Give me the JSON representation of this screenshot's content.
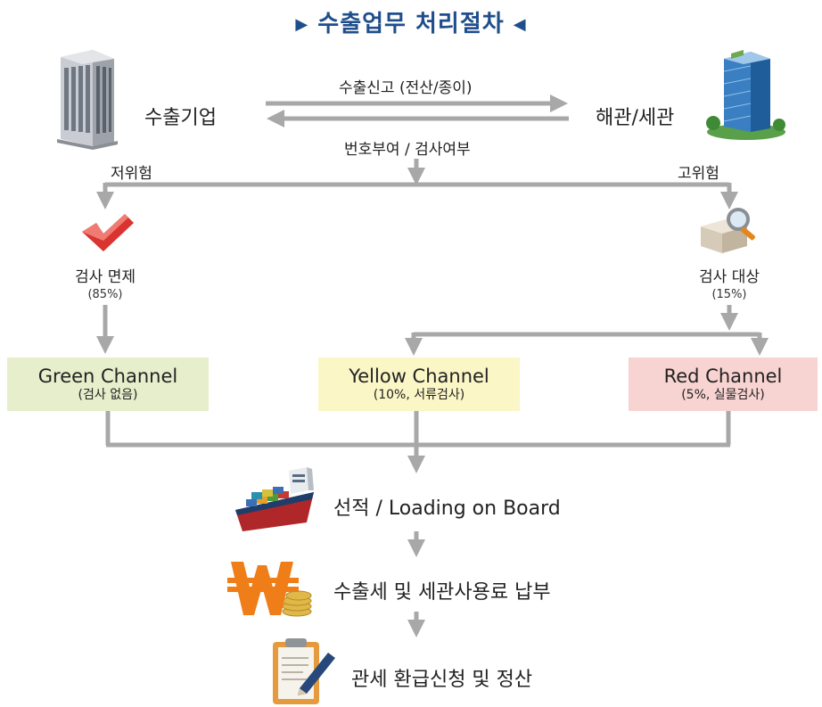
{
  "title": "수출업무 처리절차",
  "title_marks": {
    "left": "▶",
    "right": "◀"
  },
  "exporter": "수출기업",
  "customs": "해관/세관",
  "arrow_top_label": "수출신고 (전산/종이)",
  "arrow_bottom_label": "번호부여 / 검사여부",
  "low_risk": "저위험",
  "high_risk": "고위험",
  "exempt": {
    "label": "검사 면제",
    "pct": "(85%)"
  },
  "inspect": {
    "label": "검사 대상",
    "pct": "(15%)"
  },
  "channels": [
    {
      "name": "Green Channel",
      "desc": "(검사 없음)",
      "color": "#e6eecb"
    },
    {
      "name": "Yellow Channel",
      "desc": "(10%, 서류검사)",
      "color": "#fbf6c6"
    },
    {
      "name": "Red Channel",
      "desc": "(5%, 실물검사)",
      "color": "#f7d3d1"
    }
  ],
  "steps": [
    {
      "text": "선적 / Loading on Board",
      "icon": "ship-icon"
    },
    {
      "text": "수출세 및 세관사용료 납부",
      "icon": "won-coins-icon"
    },
    {
      "text": "관세 환급신청 및 정산",
      "icon": "clipboard-pen-icon"
    }
  ],
  "colors": {
    "arrow": "#a8a8a8",
    "title": "#1f4e8c"
  }
}
